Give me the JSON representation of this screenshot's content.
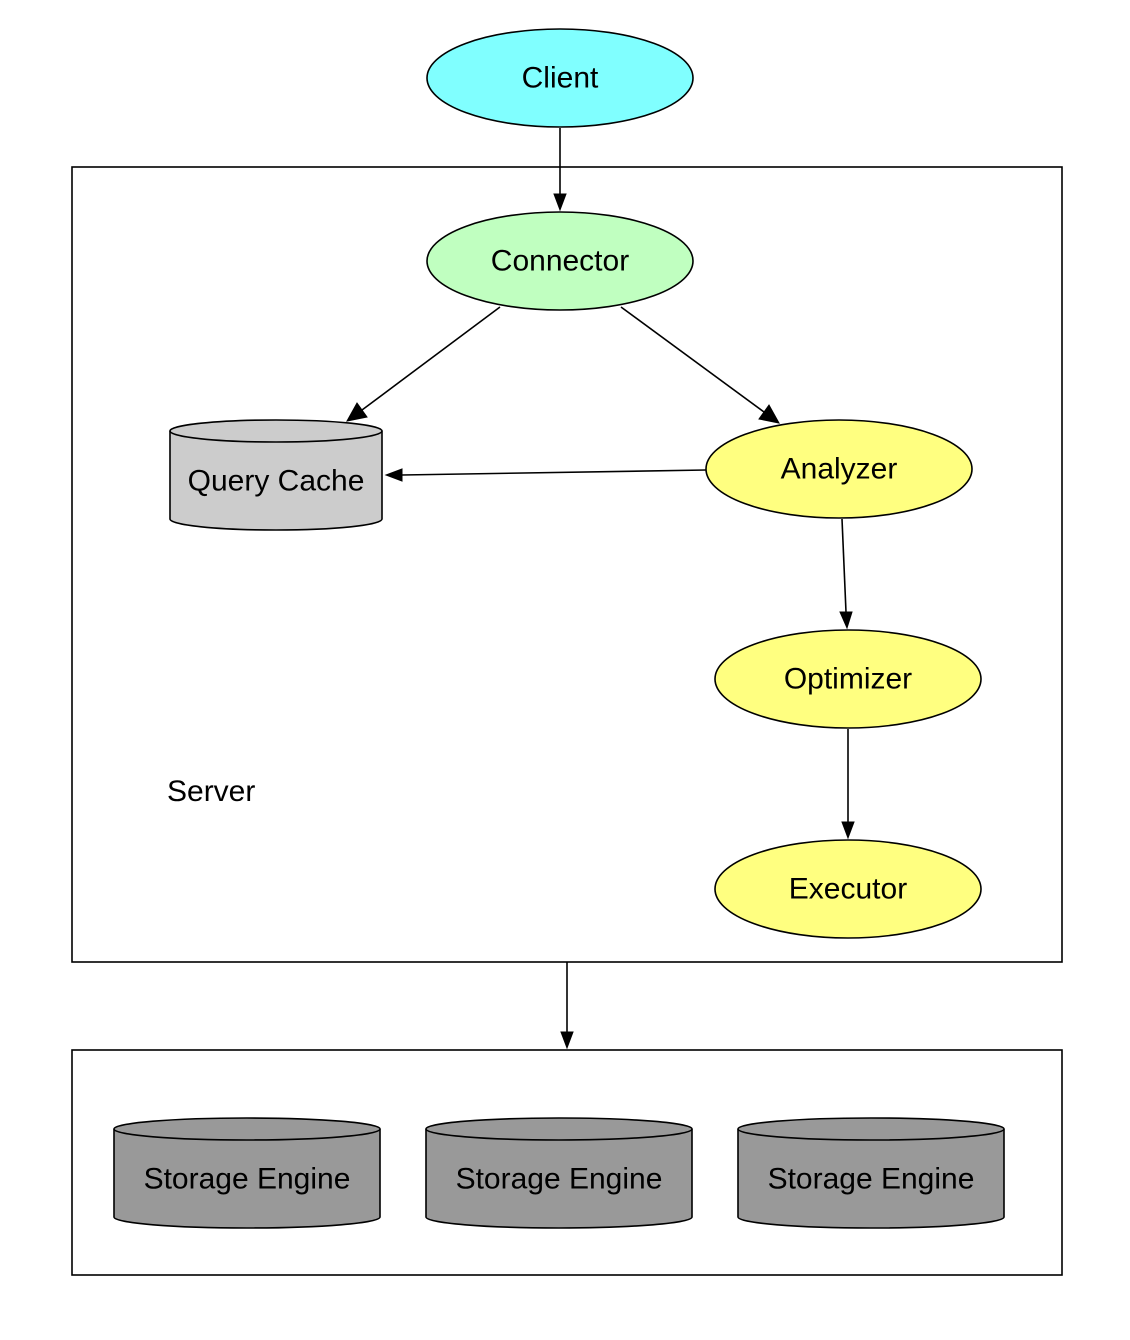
{
  "nodes": {
    "client": {
      "label": "Client",
      "fill": "#80FFFF"
    },
    "connector": {
      "label": "Connector",
      "fill": "#C0FFC0"
    },
    "query_cache": {
      "label": "Query Cache",
      "fill": "#CCCCCC"
    },
    "analyzer": {
      "label": "Analyzer",
      "fill": "#FFFF80"
    },
    "optimizer": {
      "label": "Optimizer",
      "fill": "#FFFF80"
    },
    "executor": {
      "label": "Executor",
      "fill": "#FFFF80"
    }
  },
  "clusters": {
    "server": {
      "label": "Server"
    }
  },
  "storage_engines": [
    {
      "label": "Storage Engine",
      "fill": "#999999"
    },
    {
      "label": "Storage Engine",
      "fill": "#999999"
    },
    {
      "label": "Storage Engine",
      "fill": "#999999"
    }
  ],
  "edges": [
    {
      "from": "Client",
      "to": "Connector"
    },
    {
      "from": "Connector",
      "to": "Query Cache"
    },
    {
      "from": "Connector",
      "to": "Analyzer"
    },
    {
      "from": "Analyzer",
      "to": "Query Cache"
    },
    {
      "from": "Analyzer",
      "to": "Optimizer"
    },
    {
      "from": "Optimizer",
      "to": "Executor"
    },
    {
      "from": "Server",
      "to": "Storage"
    }
  ]
}
